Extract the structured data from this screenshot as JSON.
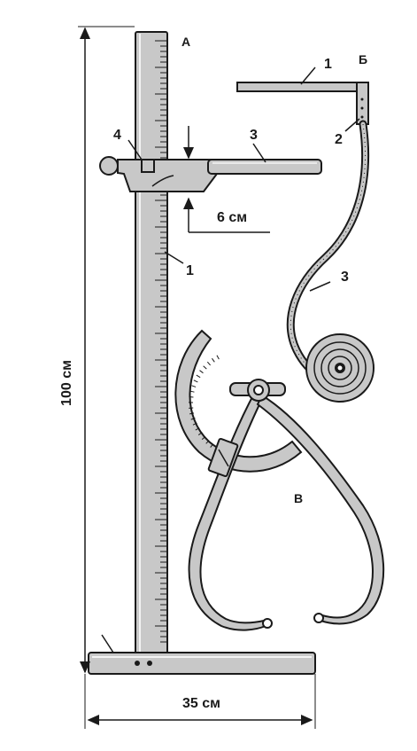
{
  "panels": {
    "a": {
      "letter": "А"
    },
    "b": {
      "letter": "Б"
    },
    "c": {
      "letter": "В"
    }
  },
  "part_labels": {
    "a_part1": "1",
    "a_part3": "3",
    "a_part4": "4",
    "b_part1": "1",
    "b_part2": "2",
    "b_part3": "3"
  },
  "dimensions": {
    "height": "100 см",
    "base_width": "35 см",
    "slider_gap": "6 см"
  },
  "colors": {
    "ink": "#1a1a1a",
    "metal_fill": "#c8c8c8",
    "metal_dark": "#8a8a8a"
  }
}
